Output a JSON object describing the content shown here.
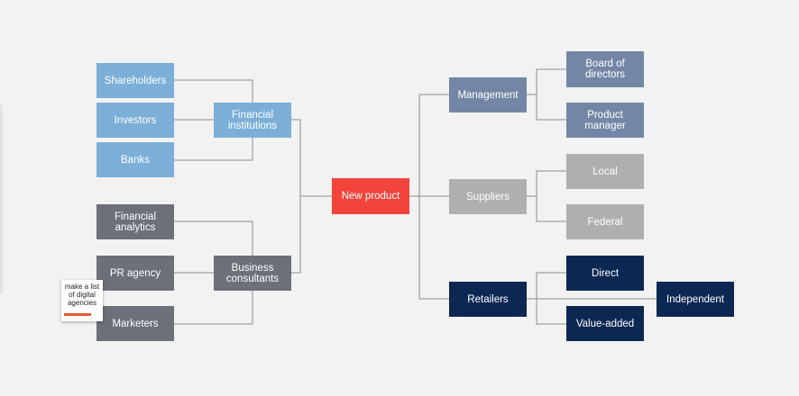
{
  "nodes": {
    "shareholders": "Shareholders",
    "investors": "Investors",
    "banks": "Banks",
    "financial_institutions": "Financial institutions",
    "financial_analytics": "Financial analytics",
    "pr_agency": "PR agency",
    "marketers": "Marketers",
    "business_consultants": "Business consultants",
    "new_product": "New product",
    "management": "Management",
    "suppliers": "Suppliers",
    "retailers": "Retailers",
    "board_of_directors": "Board of directors",
    "product_manager": "Product manager",
    "local": "Local",
    "federal": "Federal",
    "direct": "Direct",
    "value_added": "Value-added",
    "independent": "Independent"
  },
  "sticky_note": {
    "text": "make a list of digital agencies"
  },
  "colors": {
    "background": "#f2f2f2",
    "light_blue": "#7bafd8",
    "dark_gray": "#6b7079",
    "red": "#f2443b",
    "slate": "#7386a6",
    "silver": "#afafaf",
    "navy": "#0d2753",
    "line": "#8c8c8c"
  }
}
